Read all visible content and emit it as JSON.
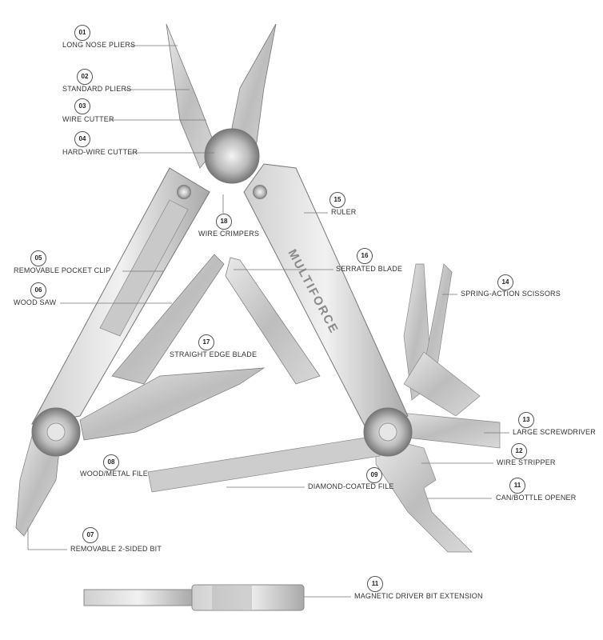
{
  "engraving": "MULTIFORCE",
  "callouts": [
    {
      "num": "01",
      "label": "LONG NOSE PLIERS"
    },
    {
      "num": "02",
      "label": "STANDARD PLIERS"
    },
    {
      "num": "03",
      "label": "WIRE CUTTER"
    },
    {
      "num": "04",
      "label": "HARD-WIRE CUTTER"
    },
    {
      "num": "18",
      "label": "WIRE CRIMPERS"
    },
    {
      "num": "15",
      "label": "RULER"
    },
    {
      "num": "16",
      "label": "SERRATED BLADE"
    },
    {
      "num": "05",
      "label": "REMOVABLE POCKET CLIP"
    },
    {
      "num": "06",
      "label": "WOOD SAW"
    },
    {
      "num": "14",
      "label": "SPRING-ACTION SCISSORS"
    },
    {
      "num": "17",
      "label": "STRAIGHT EDGE BLADE"
    },
    {
      "num": "13",
      "label": "LARGE SCREWDRIVER"
    },
    {
      "num": "12",
      "label": "WIRE STRIPPER"
    },
    {
      "num": "11",
      "label": "CAN/BOTTLE OPENER"
    },
    {
      "num": "08",
      "label": "WOOD/METAL FILE"
    },
    {
      "num": "09",
      "label": "DIAMOND-COATED FILE"
    },
    {
      "num": "07",
      "label": "REMOVABLE 2-SIDED BIT"
    },
    {
      "num": "11",
      "label": "MAGNETIC DRIVER BIT EXTENSION"
    }
  ]
}
